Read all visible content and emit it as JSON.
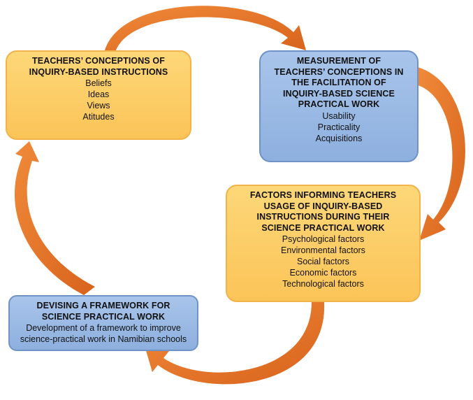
{
  "colors": {
    "orange_box": "#fbc458",
    "blue_box": "#8eb0df",
    "arrow": "#e77628"
  },
  "boxes": {
    "conceptions": {
      "title": [
        "TEACHERS’ CONCEPTIONS OF",
        "INQUIRY-BASED INSTRUCTIONS"
      ],
      "items": [
        "Beliefs",
        "Ideas",
        "Views",
        "Atitudes"
      ]
    },
    "measurement": {
      "title": [
        "MEASUREMENT OF",
        "TEACHERS’ CONCEPTIONS IN",
        "THE FACILITATION OF",
        "INQUIRY-BASED SCIENCE",
        "PRACTICAL WORK"
      ],
      "items": [
        "Usability",
        "Practicality",
        "Acquisitions"
      ]
    },
    "factors": {
      "title": [
        "FACTORS INFORMING TEACHERS",
        "USAGE OF INQUIRY-BASED",
        "INSTRUCTIONS DURING THEIR",
        "SCIENCE PRACTICAL WORK"
      ],
      "items": [
        "Psychological factors",
        "Environmental factors",
        "Social factors",
        "Economic factors",
        "Technological factors"
      ]
    },
    "framework": {
      "title": [
        "DEVISING A FRAMEWORK FOR",
        "SCIENCE PRACTICAL WORK"
      ],
      "description": [
        "Development of a framework to improve",
        "science-practical work in Namibian schools"
      ]
    }
  }
}
